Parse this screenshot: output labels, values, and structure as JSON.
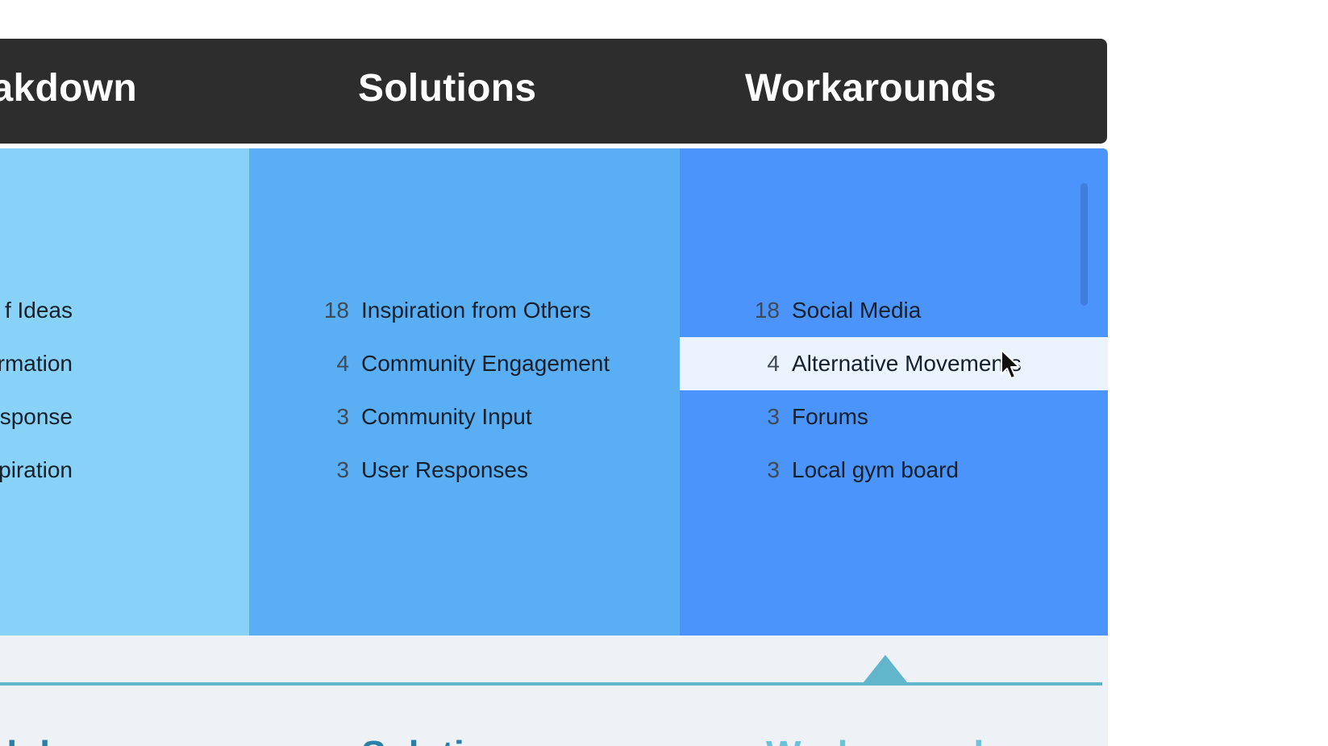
{
  "header": {
    "col1_title": "akdown",
    "col2_title": "Solutions",
    "col3_title": "Workarounds"
  },
  "columns": {
    "col1": {
      "color": "#89d2f7",
      "rows": [
        {
          "label": "f Ideas"
        },
        {
          "label": "f Information"
        },
        {
          "label": "f Response"
        },
        {
          "label": "g Inspiration"
        }
      ]
    },
    "col2": {
      "color": "#5aaef3",
      "rows": [
        {
          "count": "18",
          "label": "Inspiration from Others"
        },
        {
          "count": "4",
          "label": "Community Engagement"
        },
        {
          "count": "3",
          "label": "Community Input"
        },
        {
          "count": "3",
          "label": "User Responses"
        }
      ]
    },
    "col3": {
      "color": "#4a94fb",
      "rows": [
        {
          "count": "18",
          "label": "Social Media"
        },
        {
          "count": "4",
          "label": "Alternative Movements",
          "highlighted": true
        },
        {
          "count": "3",
          "label": "Forums"
        },
        {
          "count": "3",
          "label": "Local gym board"
        }
      ]
    }
  },
  "bottom_tabs": {
    "tab1": "akdown",
    "tab2": "Solutions",
    "tab3": "Workarounds",
    "active": "Workarounds",
    "accent_color": "#62b6cc"
  },
  "icons": {
    "cursor": "pointer-cursor-icon",
    "timeline_marker": "triangle-marker-icon"
  }
}
